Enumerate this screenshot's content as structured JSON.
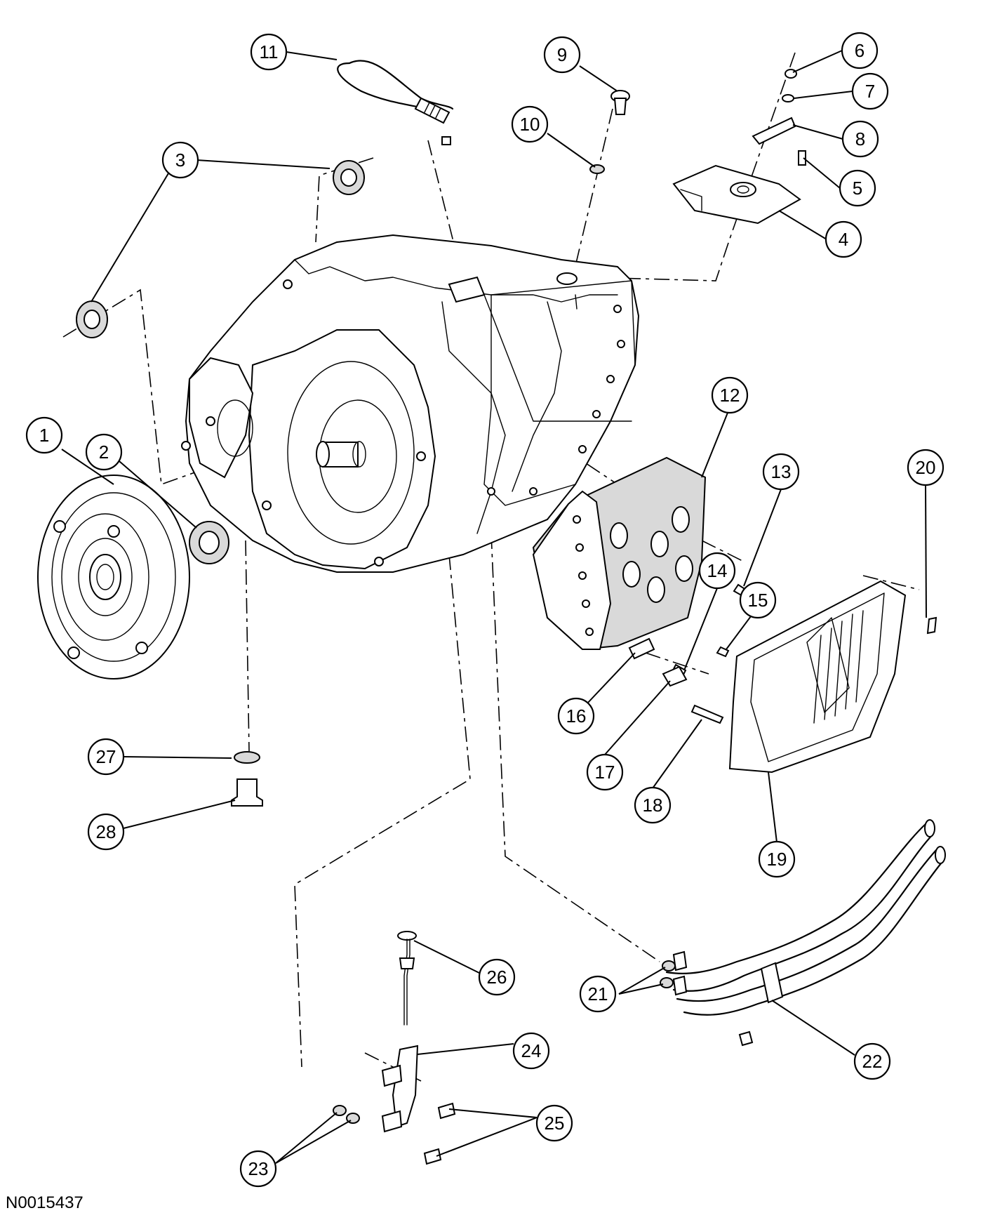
{
  "figure": {
    "code": "N0015437"
  },
  "callouts": [
    {
      "number": "1"
    },
    {
      "number": "2"
    },
    {
      "number": "3"
    },
    {
      "number": "4"
    },
    {
      "number": "5"
    },
    {
      "number": "6"
    },
    {
      "number": "7"
    },
    {
      "number": "8"
    },
    {
      "number": "9"
    },
    {
      "number": "10"
    },
    {
      "number": "11"
    },
    {
      "number": "12"
    },
    {
      "number": "13"
    },
    {
      "number": "14"
    },
    {
      "number": "15"
    },
    {
      "number": "16"
    },
    {
      "number": "17"
    },
    {
      "number": "18"
    },
    {
      "number": "19"
    },
    {
      "number": "20"
    },
    {
      "number": "21"
    },
    {
      "number": "22"
    },
    {
      "number": "23"
    },
    {
      "number": "24"
    },
    {
      "number": "25"
    },
    {
      "number": "26"
    },
    {
      "number": "27"
    },
    {
      "number": "28"
    }
  ]
}
